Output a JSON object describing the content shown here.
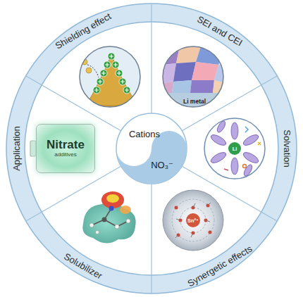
{
  "diagram": {
    "nodes": [
      {
        "text": [
          "Shielding effect"
        ]
      },
      {
        "text": [
          "SEI and CEI"
        ]
      },
      {
        "text": [
          "Solvation"
        ]
      },
      {
        "text": [
          "Synergetic effects"
        ]
      },
      {
        "text": [
          "Solubilizer"
        ]
      },
      {
        "text": [
          "Application"
        ]
      },
      {
        "text": [
          "Nitrate",
          "additives"
        ]
      },
      {
        "text": [
          "Cations"
        ]
      },
      {
        "text": [
          "NO₃⁻"
        ]
      }
    ],
    "labels": [
      "Li metal",
      "Li",
      "Sn²⁺"
    ]
  }
}
